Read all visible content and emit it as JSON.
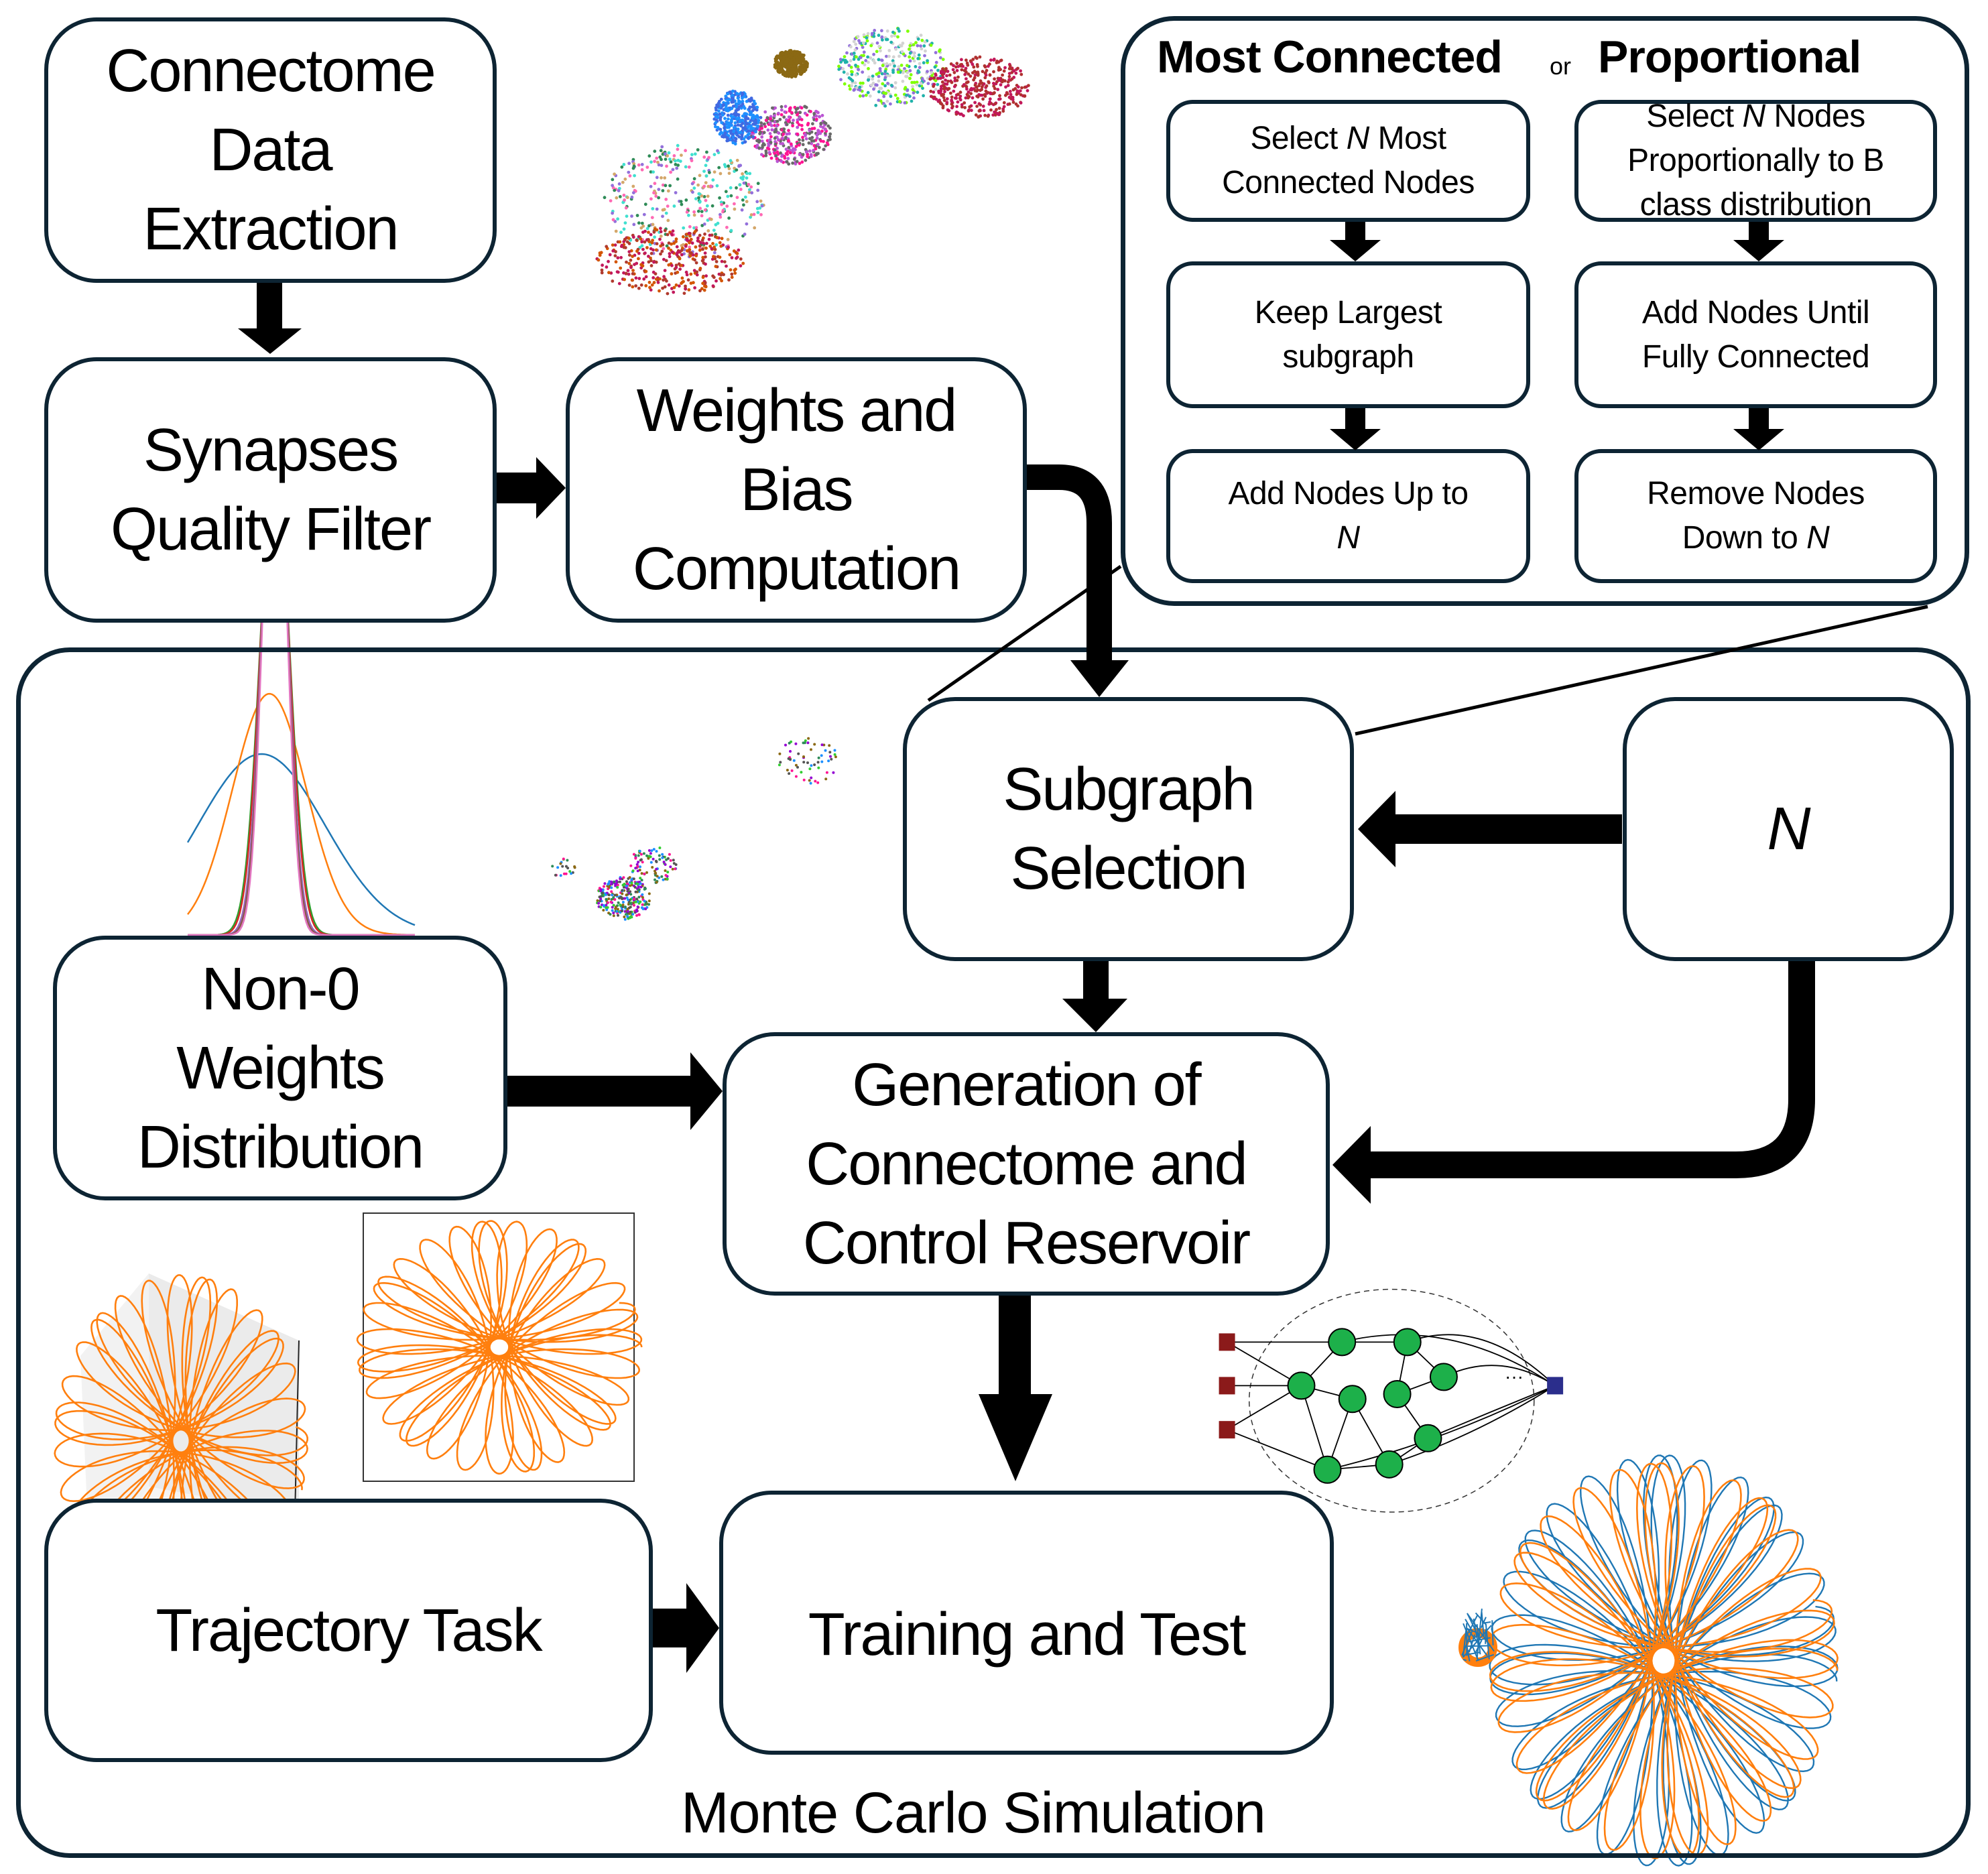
{
  "colors": {
    "box_border": "#0d2433",
    "arrow": "#000000",
    "trajectory_orange": "#ff7f0e",
    "trajectory_blue": "#1f77b4",
    "reservoir_node": "#1db04a",
    "input_node": "#8b1a1a",
    "output_node": "#2b2e8c"
  },
  "boxes": {
    "connectome": "Connectome\nData\nExtraction",
    "synapses": "Synapses\nQuality Filter",
    "weights": "Weights and\nBias\nComputation",
    "subgraph": "Subgraph\nSelection",
    "n_param": "N",
    "nonzero": "Non-0\nWeights\nDistribution",
    "generation": "Generation of\nConnectome and\nControl Reservoir",
    "trajectory": "Trajectory Task",
    "training": "Training and Test"
  },
  "selection_panel": {
    "title_left": "Most Connected",
    "title_or": "or",
    "title_right": "Proportional",
    "most_connected_steps": [
      {
        "pre": "Select ",
        "ital": "N",
        "post": " Most\nConnected Nodes"
      },
      {
        "pre": "Keep Largest\nsubgraph",
        "ital": "",
        "post": ""
      },
      {
        "pre": "Add Nodes Up to\n",
        "ital": "N",
        "post": ""
      }
    ],
    "proportional_steps": [
      {
        "pre": "Select ",
        "ital": "N",
        "post": " Nodes\nProportionally to B\nclass distribution"
      },
      {
        "pre": "Add Nodes Until\nFully Connected",
        "ital": "",
        "post": ""
      },
      {
        "pre": "Remove Nodes\nDown to ",
        "ital": "N",
        "post": ""
      }
    ]
  },
  "monte_carlo_label": "Monte Carlo Simulation",
  "network_ellipsis": "···"
}
